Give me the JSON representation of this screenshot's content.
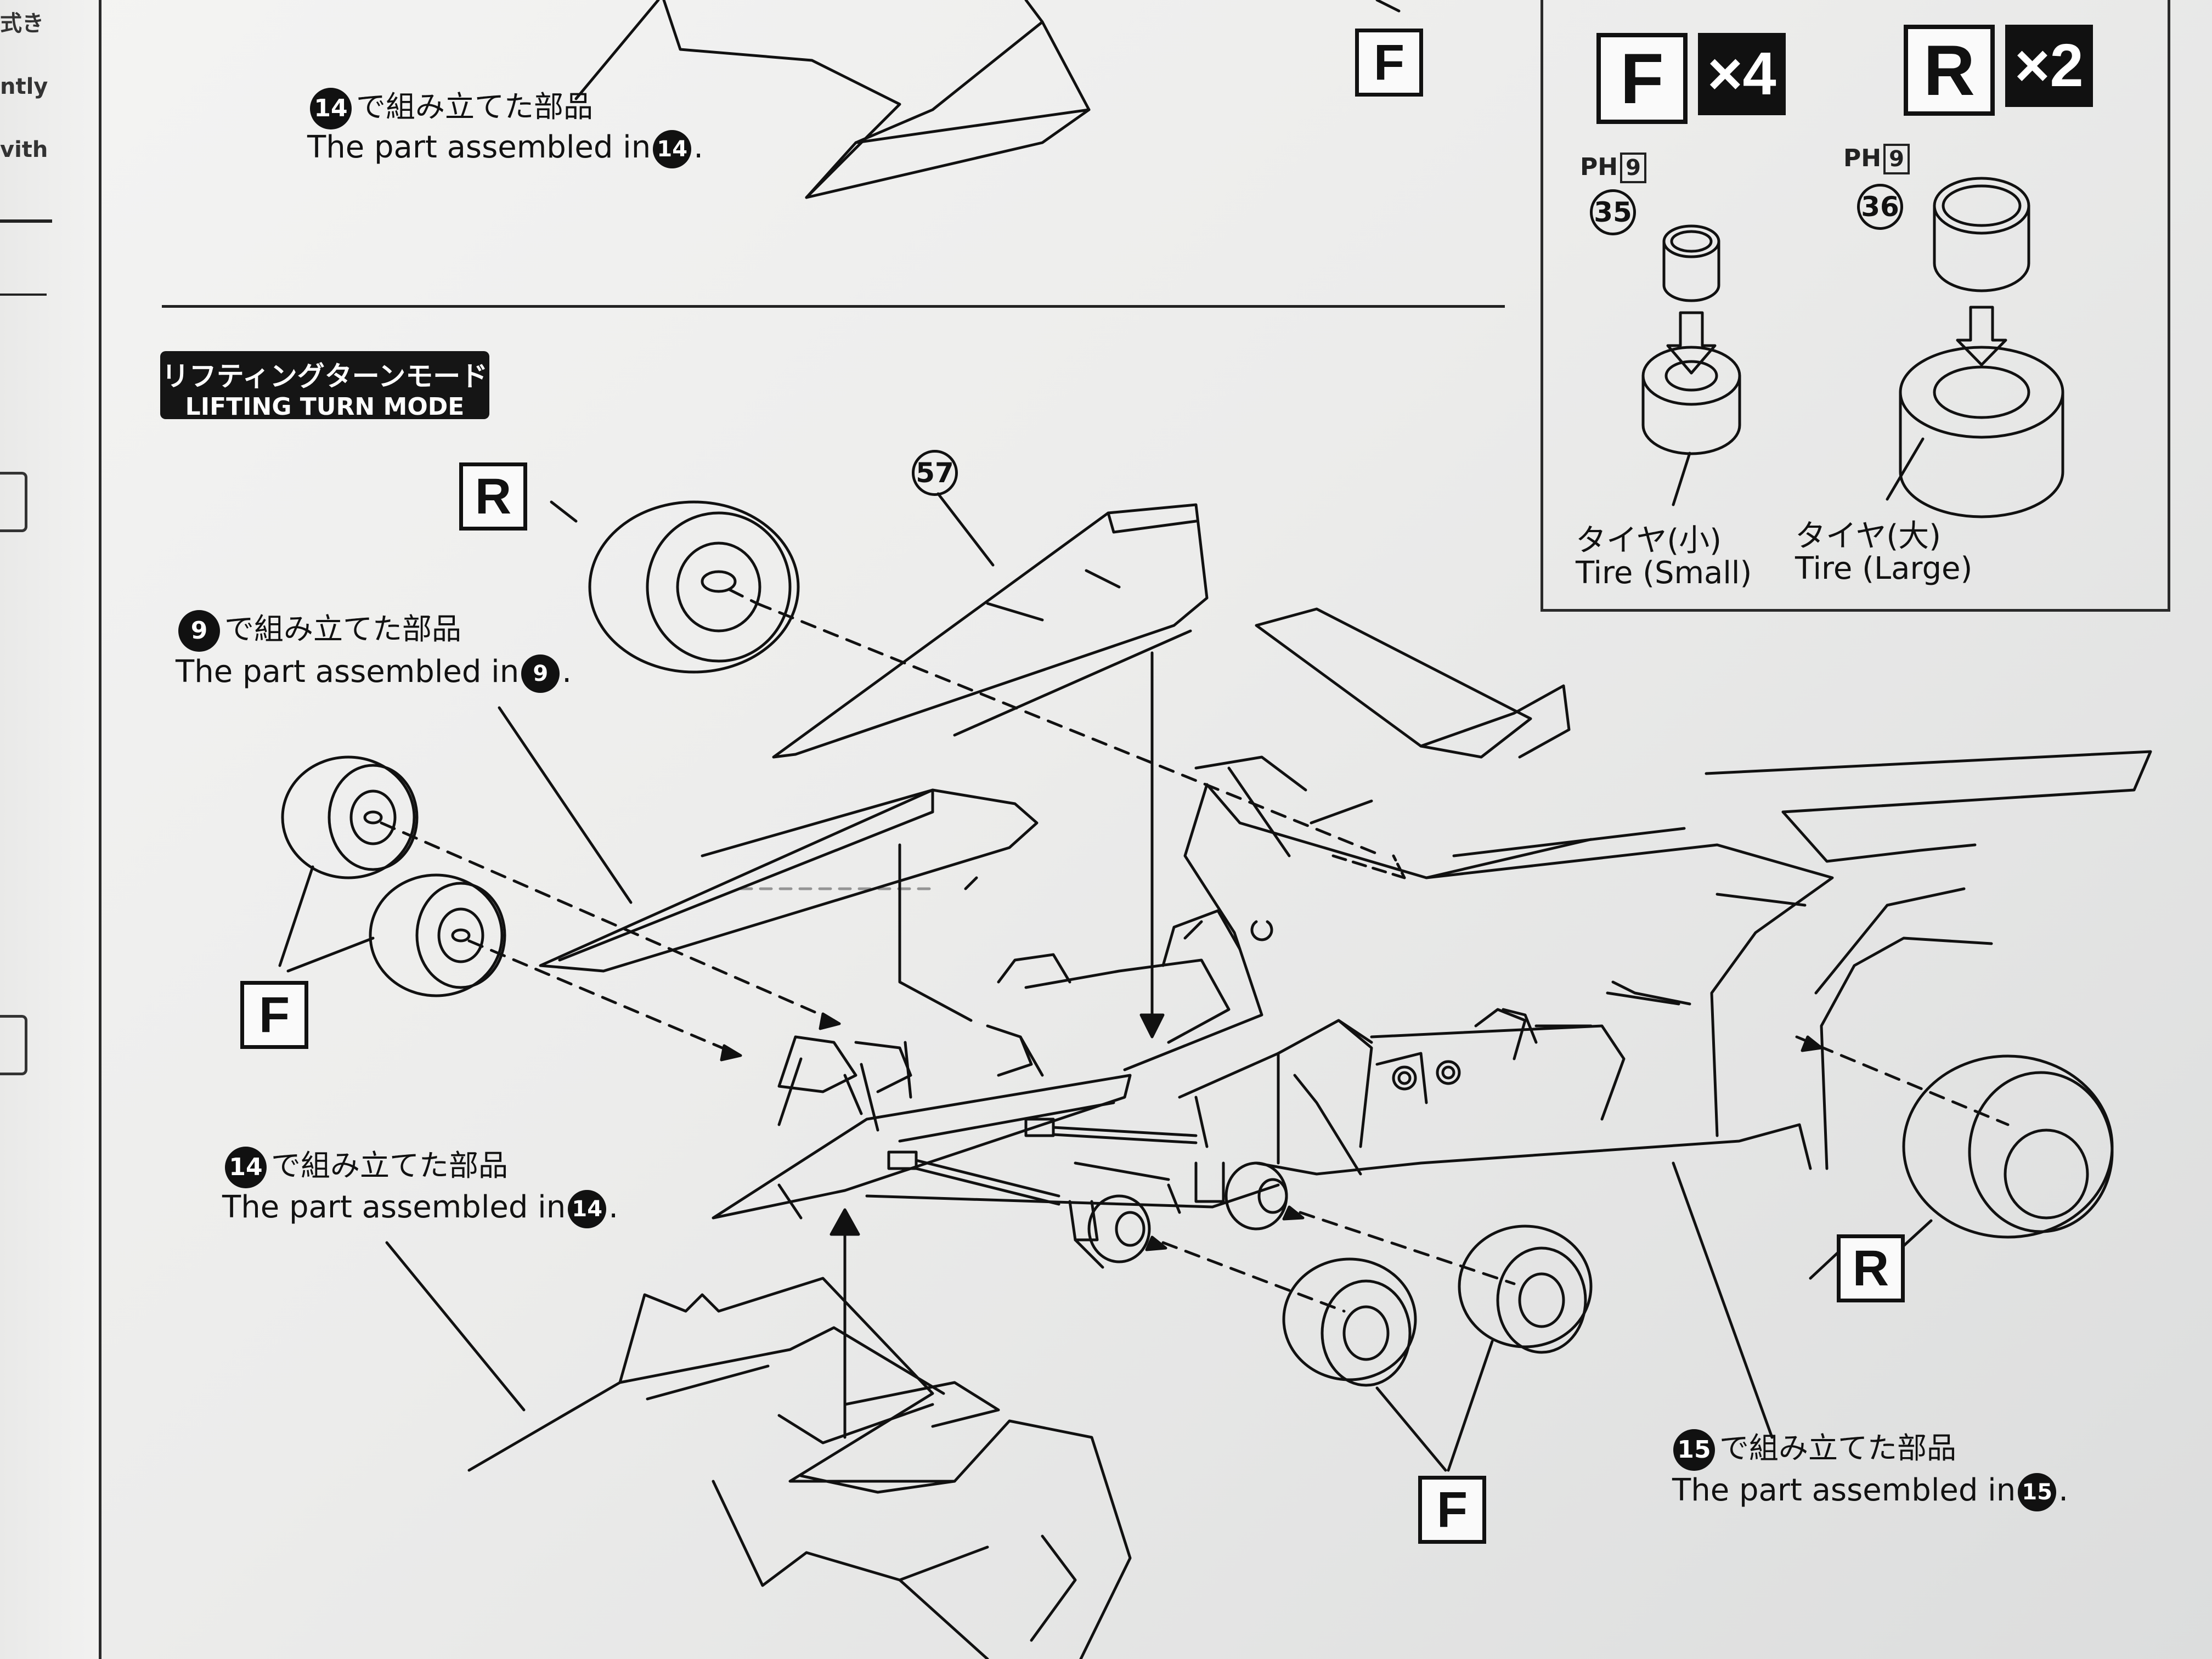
{
  "left_strip": {
    "fragments": [
      "式き",
      "ntly",
      "vith"
    ]
  },
  "top_callout": {
    "step": "14",
    "jp": "で組み立てた部品",
    "en_prefix": "The part assembled in",
    "en_suffix": "."
  },
  "top_f_label": "F",
  "legend": {
    "front": {
      "letter": "F",
      "count": "×4",
      "ph": "PH",
      "ph_num": "9",
      "part": "35",
      "jp": "タイヤ(小)",
      "en": "Tire (Small)"
    },
    "rear": {
      "letter": "R",
      "count": "×2",
      "ph": "PH",
      "ph_num": "9",
      "part": "36",
      "jp": "タイヤ(大)",
      "en": "Tire (Large)"
    }
  },
  "mode_badge": {
    "jp": "リフティングターンモード",
    "en": "LIFTING TURN MODE"
  },
  "part_57": "57",
  "labels": {
    "r_top": "R",
    "f_left": "F",
    "r_right": "R",
    "f_bottom": "F"
  },
  "callout_9": {
    "step": "9",
    "jp": "で組み立てた部品",
    "en_prefix": "The part assembled in",
    "en_suffix": "."
  },
  "callout_14": {
    "step": "14",
    "jp": "で組み立てた部品",
    "en_prefix": "The part assembled in",
    "en_suffix": "."
  },
  "callout_15": {
    "step": "15",
    "jp": "で組み立てた部品",
    "en_prefix": "The part assembled in",
    "en_suffix": "."
  },
  "colors": {
    "ink": "#111111",
    "paper": "#f0f0ef",
    "badge": "#151515"
  }
}
